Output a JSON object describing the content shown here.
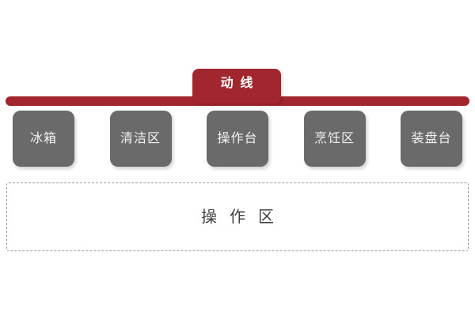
{
  "diagram": {
    "flow": {
      "label": "动线"
    },
    "stations": [
      {
        "id": "refrigerator",
        "label": "冰箱"
      },
      {
        "id": "cleaning-area",
        "label": "清洁区"
      },
      {
        "id": "prep-counter",
        "label": "操作台"
      },
      {
        "id": "cooking-area",
        "label": "烹饪区"
      },
      {
        "id": "plating-counter",
        "label": "装盘台"
      }
    ],
    "zone": {
      "label": "操作区"
    },
    "colors": {
      "accent_red": "#A2262E",
      "station_gray": "#6A6A6A",
      "station_text": "#F2F2F2",
      "zone_text": "#3F3F3F",
      "dashed_border": "#999999",
      "background": "#FFFFFF"
    }
  }
}
